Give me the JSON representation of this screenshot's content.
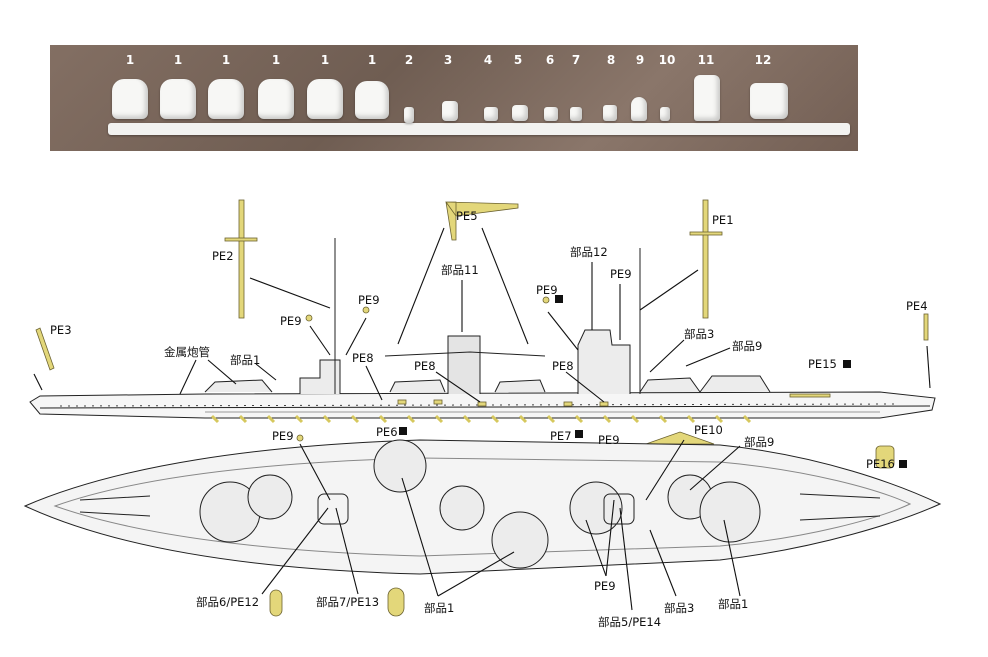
{
  "photo": {
    "part_numbers": [
      "1",
      "1",
      "1",
      "1",
      "1",
      "1",
      "2",
      "3",
      "4",
      "5",
      "6",
      "7",
      "8",
      "9",
      "10",
      "11",
      "12"
    ]
  },
  "labels": {
    "pe1": "PE1",
    "pe2": "PE2",
    "pe3": "PE3",
    "pe4": "PE4",
    "pe5": "PE5",
    "pe6": "PE6",
    "pe7": "PE7",
    "pe8_a": "PE8",
    "pe8_b": "PE8",
    "pe8_c": "PE8",
    "pe9_a": "PE9",
    "pe9_b": "PE9",
    "pe9_c": "PE9",
    "pe9_d": "PE9",
    "pe9_e": "PE9",
    "pe9_f": "PE9",
    "pe9_g": "PE9",
    "pe10": "PE10",
    "pe15": "PE15",
    "pe16": "PE16",
    "part11": "部品11",
    "part12": "部品12",
    "part3_side": "部品3",
    "part9_side": "部品9",
    "part1_side": "部品1",
    "metal_barrel": "金属炮管",
    "part9_top": "部品9",
    "part6_pe12": "部品6/PE12",
    "part7_pe13": "部品7/PE13",
    "part1_top_a": "部品1",
    "part5_pe14": "部品5/PE14",
    "part3_top": "部品3",
    "part1_top_b": "部品1"
  },
  "colors": {
    "photo_etch": "#e3d77a",
    "line": "#222222"
  }
}
